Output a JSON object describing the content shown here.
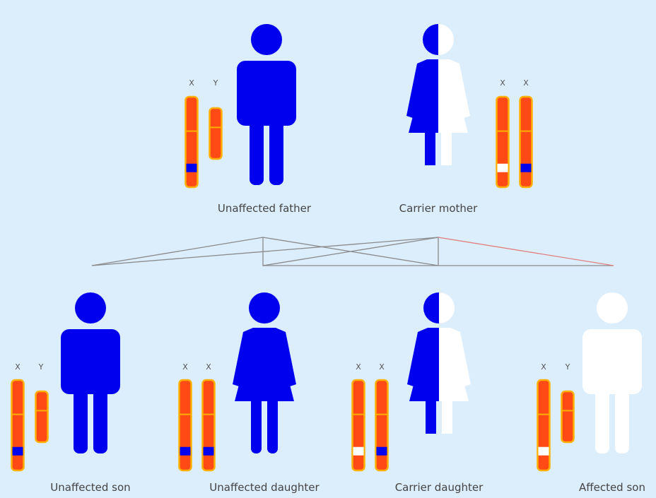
{
  "colors": {
    "background": "#dcedfb",
    "figure_blue": "#0000ee",
    "figure_white": "#ffffff",
    "chromosome_orange": "#ff4a16",
    "chromosome_rim": "#ffb000",
    "normal_allele": "#0000ee",
    "mutant_allele": "#ffffff",
    "line_grey": "#8a8a8a",
    "line_red": "#e28080"
  },
  "parents": {
    "father": {
      "caption": "Unaffected father",
      "status": "unaffected",
      "sex": "male",
      "chromosome_labels": [
        "X",
        "Y"
      ],
      "x_alleles": [
        "normal"
      ]
    },
    "mother": {
      "caption": "Carrier mother",
      "status": "carrier",
      "sex": "female",
      "chromosome_labels": [
        "X",
        "X"
      ],
      "x_alleles": [
        "mutant",
        "normal"
      ]
    }
  },
  "children": [
    {
      "caption": "Unaffected son",
      "status": "unaffected",
      "sex": "male",
      "chromosome_labels": [
        "X",
        "Y"
      ],
      "x_alleles": [
        "normal"
      ]
    },
    {
      "caption": "Unaffected daughter",
      "status": "unaffected",
      "sex": "female",
      "chromosome_labels": [
        "X",
        "X"
      ],
      "x_alleles": [
        "normal",
        "normal"
      ]
    },
    {
      "caption": "Carrier daughter",
      "status": "carrier",
      "sex": "female",
      "chromosome_labels": [
        "X",
        "X"
      ],
      "x_alleles": [
        "mutant",
        "normal"
      ]
    },
    {
      "caption": "Affected son",
      "status": "affected",
      "sex": "male",
      "chromosome_labels": [
        "X",
        "Y"
      ],
      "x_alleles": [
        "mutant"
      ]
    }
  ]
}
